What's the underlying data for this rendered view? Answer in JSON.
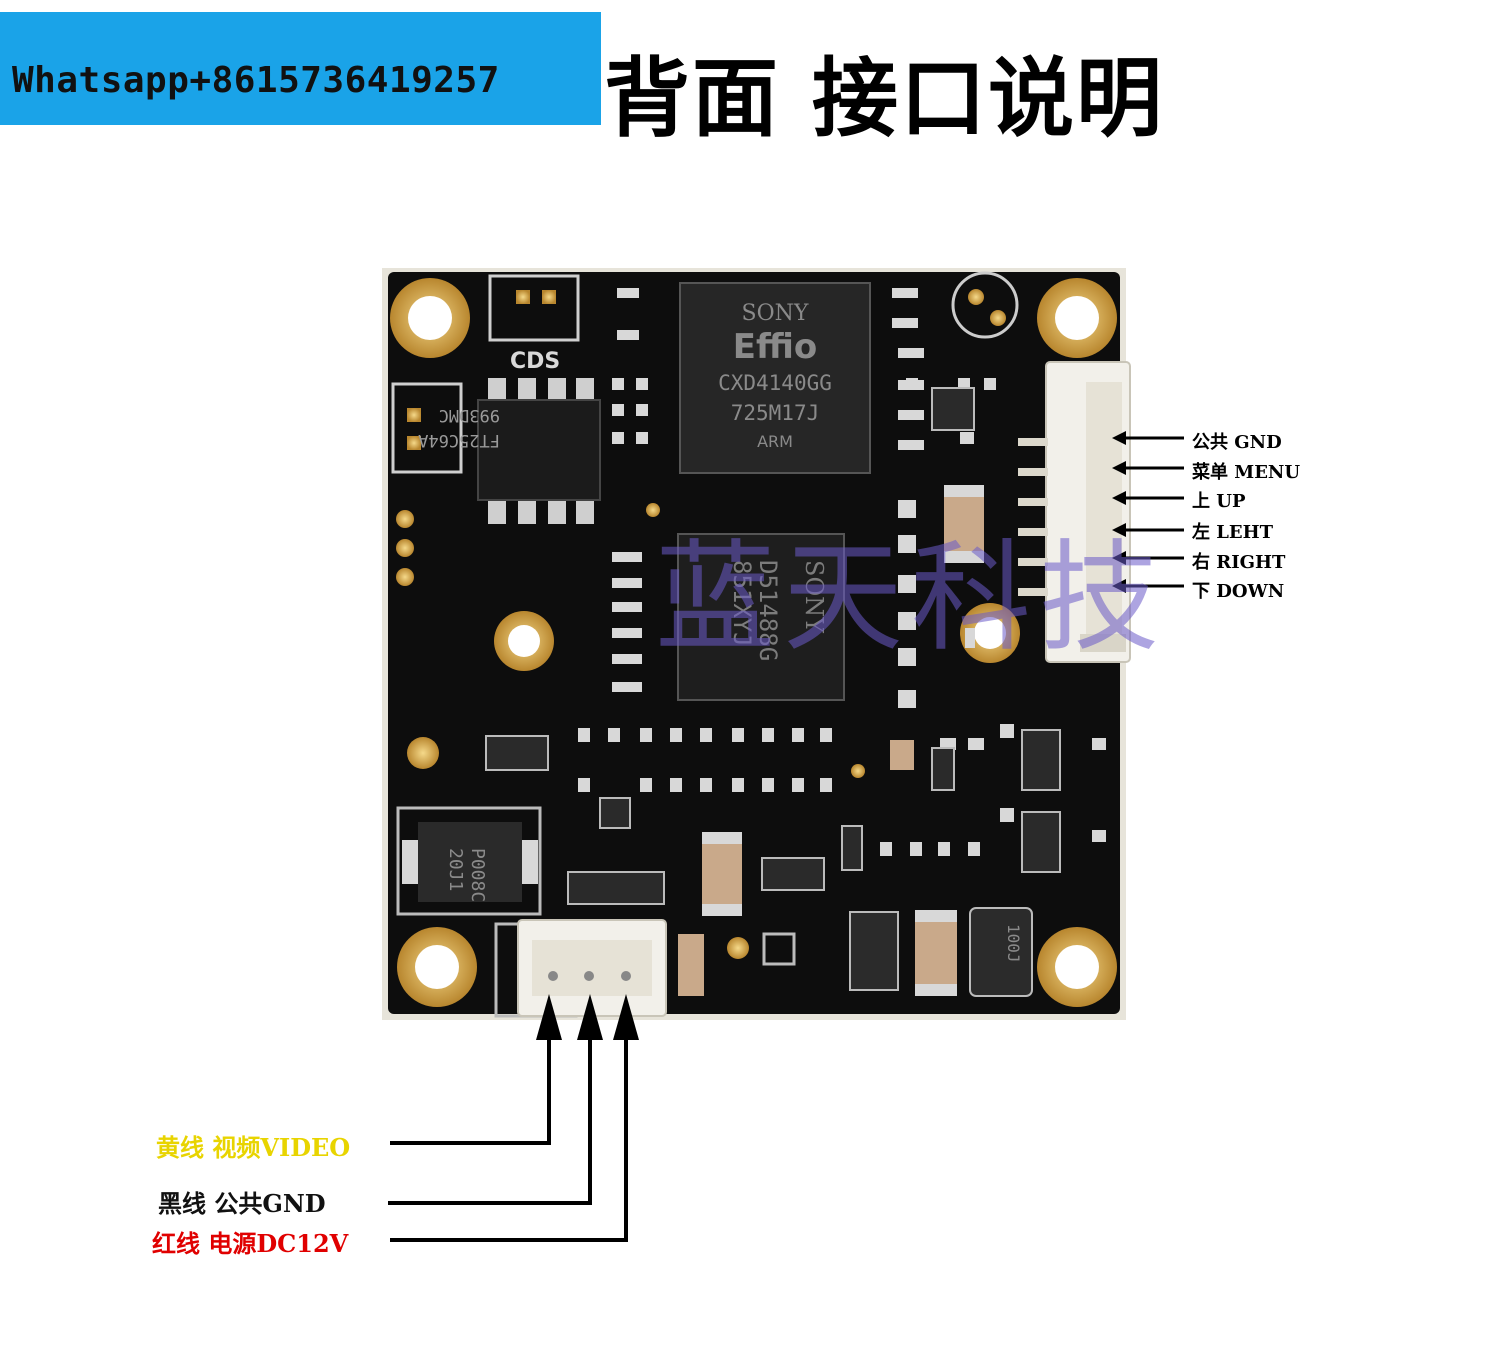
{
  "banner": {
    "text": "Whatsapp+8615736419257",
    "color": "#1aa3e8"
  },
  "title": "背面 接口说明",
  "board": {
    "chip1": {
      "brand": "SONY",
      "series": "Effio",
      "model": "CXD4140GG",
      "code": "725M17J",
      "core": "ARM"
    },
    "chip2": {
      "brand": "SONY",
      "model": "D51488G",
      "code": "851XYJ"
    },
    "flash_marking": "FT25C64A",
    "flash_code": "993DMC",
    "cds_label": "CDS",
    "diode_marking": "P008C",
    "diode_code": "20J1",
    "inductor_marking": "100J",
    "watermark": "蓝天科技"
  },
  "side_connector_pins": [
    {
      "label": "公共 GND"
    },
    {
      "label": "菜单 MENU"
    },
    {
      "label": "上 UP"
    },
    {
      "label": "左 LEHT"
    },
    {
      "label": "右 RIGHT"
    },
    {
      "label": "下 DOWN"
    }
  ],
  "bottom_wires": [
    {
      "label": "黄线  视频VIDEO",
      "color": "#e8d400"
    },
    {
      "label": "黑线  公共GND",
      "color": "#111111"
    },
    {
      "label": "红线  电源DC12V",
      "color": "#e00000"
    }
  ]
}
